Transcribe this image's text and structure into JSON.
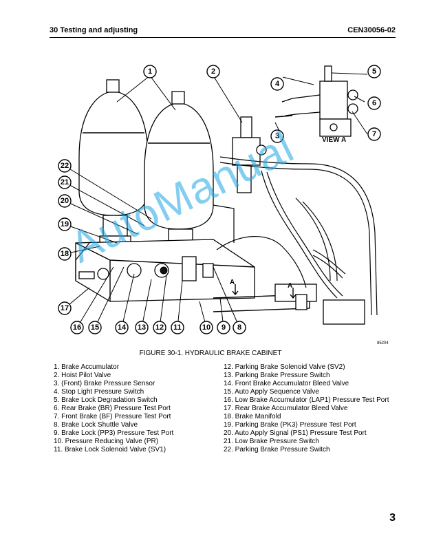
{
  "header": {
    "section": "30 Testing and adjusting",
    "doc_code": "CEN30056-02"
  },
  "figure": {
    "caption": "FIGURE 30-1. HYDRAULIC BRAKE CABINET",
    "view_label": "VIEW A",
    "section_mark_1": "A",
    "section_mark_2": "A",
    "drawing_number": "85204",
    "watermark": "AutoManual",
    "callouts": [
      "1",
      "2",
      "3",
      "4",
      "5",
      "6",
      "7",
      "8",
      "9",
      "10",
      "11",
      "12",
      "13",
      "14",
      "15",
      "16",
      "17",
      "18",
      "19",
      "20",
      "21",
      "22"
    ]
  },
  "legend": {
    "left": [
      "1. Brake Accumulator",
      "2. Hoist Pilot Valve",
      "3. (Front) Brake Pressure Sensor",
      "4. Stop Light Pressure Switch",
      "5. Brake Lock Degradation Switch",
      "6. Rear Brake (BR) Pressure Test Port",
      "7. Front Brake (BF) Pressure Test Port",
      "8. Brake Lock Shuttle Valve",
      "9. Brake Lock (PP3) Pressure Test Port",
      "10. Pressure Reducing Valve (PR)",
      "11. Brake Lock Solenoid Valve (SV1)"
    ],
    "right": [
      "12. Parking Brake Solenoid Valve (SV2)",
      "13. Parking Brake Pressure Switch",
      "14. Front Brake Accumulator Bleed Valve",
      "15. Auto Apply Sequence Valve",
      "16. Low Brake Accumulator (LAP1) Pressure Test Port",
      "17. Rear Brake Accumulator Bleed Valve",
      "18. Brake Manifold",
      "19. Parking Brake (PK3) Pressure Test Port",
      "20. Auto Apply Signal (PS1) Pressure Test Port",
      "21. Low Brake Pressure Switch",
      "22. Parking Brake Pressure Switch"
    ]
  },
  "page_number": "3"
}
